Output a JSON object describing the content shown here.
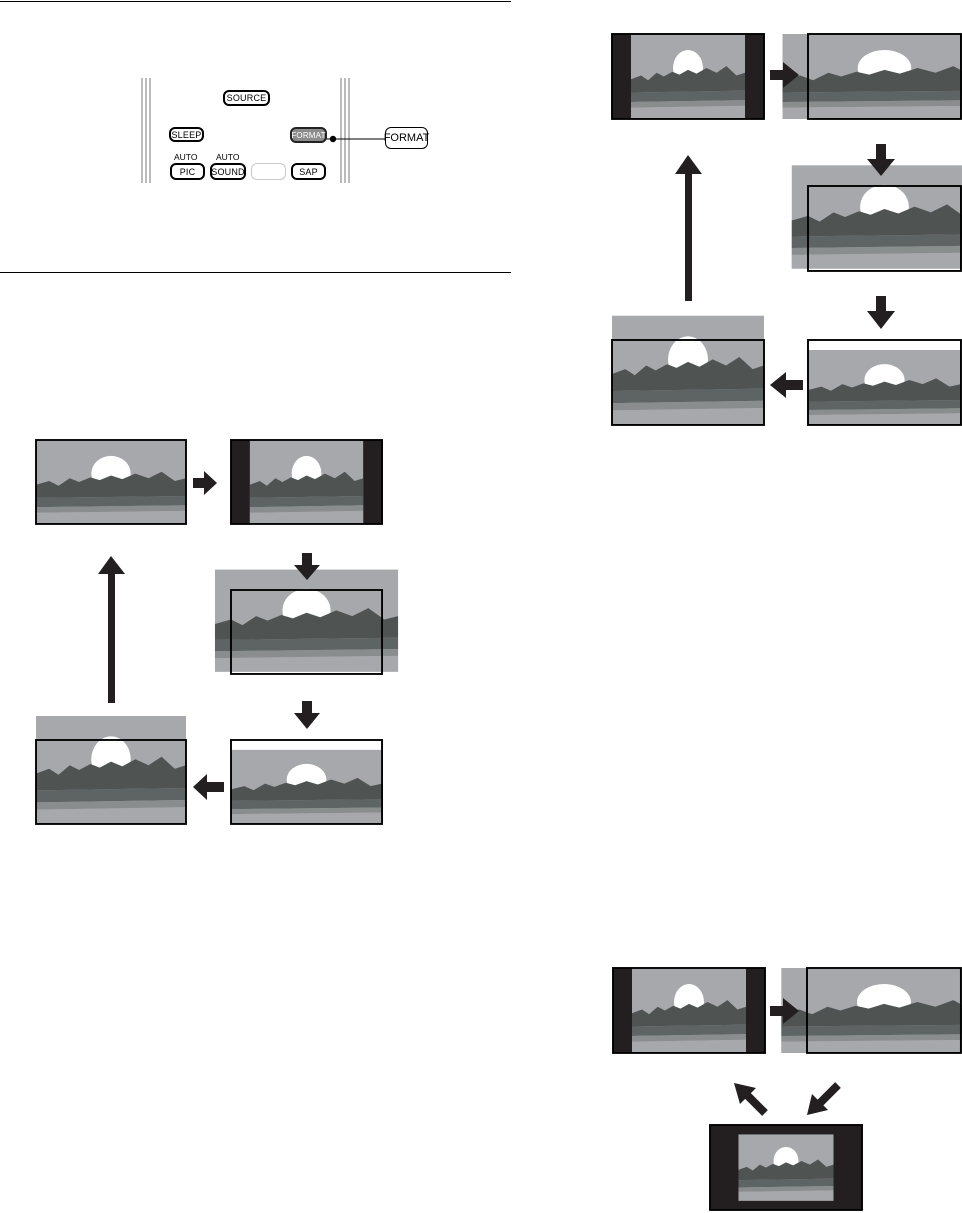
{
  "remote": {
    "source_label": "SOURCE",
    "sleep_label": "SLEEP",
    "format_label": "FORMAT",
    "auto_pic_top": "AUTO",
    "pic_label": "PIC",
    "auto_sound_top": "AUTO",
    "sound_label": "SOUND",
    "sap_label": "SAP",
    "callout_label": "FORMAT"
  },
  "colors": {
    "sky": "#a7a8ab",
    "sun": "#ffffff",
    "mountain": "#4f5453",
    "band_dark": "#5e6463",
    "band_light": "#8a8d8e",
    "bar": "#231f20",
    "arrow": "#231f20"
  },
  "icons": {
    "picture": "landscape-picture-icon",
    "arrow": "arrow-icon"
  }
}
